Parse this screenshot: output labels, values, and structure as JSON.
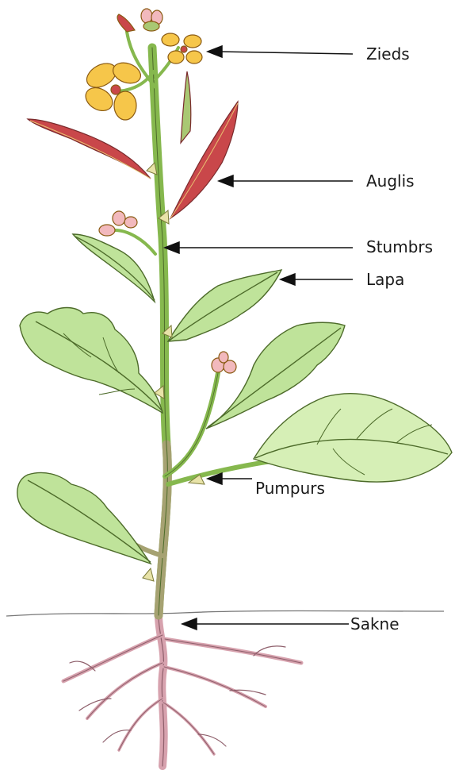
{
  "labels": {
    "flower": "Zieds",
    "fruit": "Auglis",
    "stem": "Stumbrs",
    "leaf": "Lapa",
    "bud": "Pumpurs",
    "root": "Sakne"
  },
  "colors": {
    "leaf_fill": "#bfe39a",
    "leaf_light": "#d6efb6",
    "leaf_stroke": "#4d6b2a",
    "stem": "#86b84e",
    "stem_lower": "#a6a272",
    "root": "#d7a2ae",
    "root_stroke": "#8e5f6b",
    "petal_yellow": "#f6c64a",
    "petal_pink": "#f2b9bd",
    "pod_red": "#c9474a",
    "arrow": "#111111"
  }
}
